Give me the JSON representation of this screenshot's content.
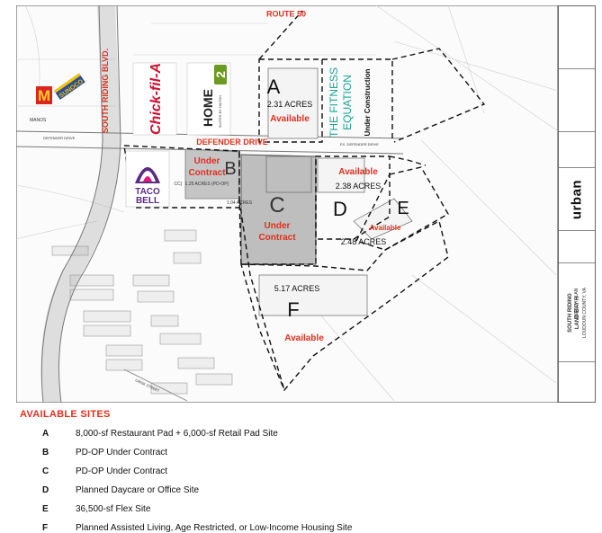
{
  "map": {
    "roads": {
      "route": "ROUTE 50",
      "blvd": "SOUTH RIDING BLVD.",
      "drive": "DEFENDER DRIVE",
      "drive_small_left": "DEFENDER DRIVE",
      "drive_small_right": "EX. DEFENDER DRIVE",
      "street": "CRISK STREET",
      "manos": "MANOS"
    },
    "brands": {
      "chickfila": "Chick-fil-A",
      "home2_big": "HOME",
      "home2_num": "2",
      "home2_sub": "SUITES BY HILTON",
      "fitness": "THE FITNESS",
      "fitness2": "EQUATION",
      "under_construction": "Under Construction",
      "taco": "TACO",
      "bell": "BELL"
    },
    "parcels": {
      "A": {
        "letter": "A",
        "acres": "2.31 ACRES",
        "status": "Available"
      },
      "B": {
        "letter": "B",
        "status_line1": "Under",
        "status_line2": "Contract",
        "acres": "1.25 ACRES (PD-OP)"
      },
      "C": {
        "letter": "C",
        "status_line1": "Under",
        "status_line2": "Contract",
        "acres": "1.04 ACRES"
      },
      "D": {
        "letter": "D",
        "status": "Available",
        "acres": "2.38 ACRES"
      },
      "E": {
        "letter": "E",
        "status": "Available",
        "acres": "2.48 ACRES"
      },
      "F": {
        "letter": "F",
        "acres": "5.17 ACRES",
        "status": "Available"
      }
    },
    "cc_label": "CC)"
  },
  "titleblock": {
    "logo": "urban",
    "project1": "SOUTH RIDING",
    "project2": "LAND BAY H",
    "county": "LOUDOUN COUNTY, VA",
    "sheet": "SKETCH PLAN"
  },
  "legend": {
    "title": "AVAILABLE SITES",
    "items": [
      {
        "key": "A",
        "desc": "8,000-sf Restaurant Pad + 6,000-sf Retail Pad Site"
      },
      {
        "key": "B",
        "desc": "PD-OP Under Contract"
      },
      {
        "key": "C",
        "desc": "PD-OP Under Contract"
      },
      {
        "key": "D",
        "desc": "Planned Daycare or Office Site"
      },
      {
        "key": "E",
        "desc": "36,500-sf Flex Site"
      },
      {
        "key": "F",
        "desc": "Planned Assisted Living, Age Restricted, or Low-Income Housing Site"
      }
    ]
  },
  "colors": {
    "red": "#e0301e",
    "contract_gray": "#b3b3b3",
    "chick_red": "#d21033",
    "home2_green": "#6a9a1f",
    "fitness_teal": "#1aa596",
    "taco_purple": "#5b2b83"
  }
}
